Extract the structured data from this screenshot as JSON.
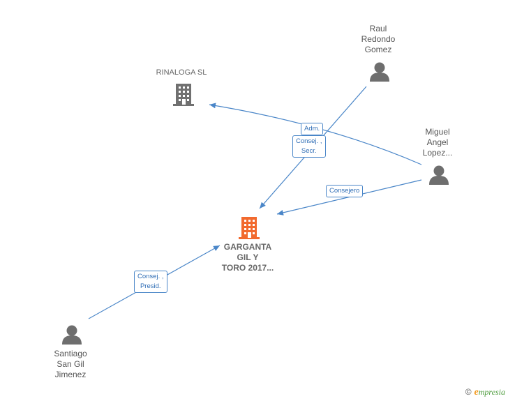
{
  "nodes": {
    "rinaloga": {
      "label": "RINALOGA SL"
    },
    "garganta": {
      "label_lines": [
        "GARGANTA",
        "GIL Y",
        "TORO 2017..."
      ]
    },
    "raul": {
      "label_lines": [
        "Raul",
        "Redondo",
        "Gomez"
      ]
    },
    "miguel": {
      "label_lines": [
        "Miguel",
        "Angel",
        "Lopez..."
      ]
    },
    "santiago": {
      "label_lines": [
        "Santiago",
        "San Gil",
        "Jimenez"
      ]
    }
  },
  "edges": {
    "adm": {
      "label": "Adm."
    },
    "consej_secr": {
      "label_lines": [
        "Consej. ,",
        "Secr."
      ]
    },
    "consejero": {
      "label": "Consejero"
    },
    "consej_presid": {
      "label_lines": [
        "Consej. ,",
        "Presid."
      ]
    }
  },
  "colors": {
    "edge": "#4a86c8",
    "person_icon": "#6e6e6e",
    "company_icon": "#707070",
    "focus_icon": "#f26a2e"
  },
  "footer": {
    "copyright": "©",
    "brand_initial": "e",
    "brand_rest": "mpresia"
  }
}
